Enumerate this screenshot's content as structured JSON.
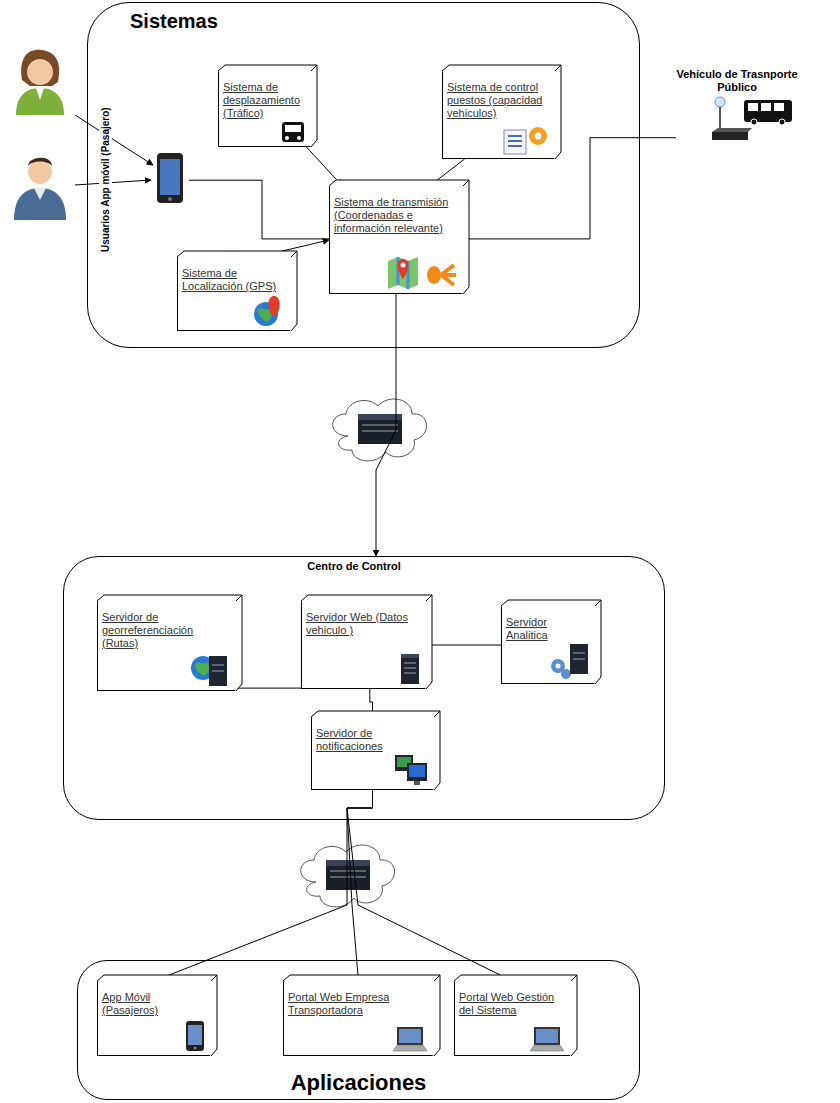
{
  "diagram": {
    "nodes": [
      {
        "text": [
          "Sistemas"
        ]
      },
      {
        "text": [
          "Sistema de desplazamiento (Tráfico)"
        ],
        "in": 0
      },
      {
        "text": [
          "Sistema de control puestos (capacidad vehiculos)"
        ],
        "in": 0
      },
      {
        "text": [
          "Usuarios App móvil (Pasajero)"
        ],
        "in": 0
      },
      {
        "text": [
          "Sistema de transmisión (Coordenadas e información relevante)"
        ],
        "in": 0
      },
      {
        "text": [
          "Sistema de Localización (GPS)"
        ],
        "in": 0
      },
      {
        "text": [
          "Vehículo de Trasnporte Público"
        ]
      },
      {
        "text": [
          "Centro de Control"
        ]
      },
      {
        "text": [
          "Servidor de georreferenciación (Rutas)"
        ],
        "in": 7
      },
      {
        "text": [
          "Servidor Web (Datos vehiculo )"
        ],
        "in": 7
      },
      {
        "text": [
          "Servidor Analitica"
        ],
        "in": 7
      },
      {
        "text": [
          "Servidor de notificaciones"
        ],
        "in": 7
      },
      {
        "text": [
          "Aplicaciones"
        ]
      },
      {
        "text": [
          "App Móvil (Pasajeros)"
        ],
        "in": 12
      },
      {
        "text": [
          "Portal Web Empresa Transportadora"
        ],
        "in": 12
      },
      {
        "text": [
          "Portal Web Gestión del Sistema"
        ],
        "in": 12
      }
    ],
    "edges": [
      {
        "from": 3,
        "to": 4,
        "arrow": "none"
      },
      {
        "from": 1,
        "to": 4,
        "arrow": "to"
      },
      {
        "from": 2,
        "to": 4,
        "arrow": "to"
      },
      {
        "from": 5,
        "to": 4,
        "arrow": "to"
      },
      {
        "from": 6,
        "to": 4,
        "arrow": "none"
      },
      {
        "from": 4,
        "to": 7,
        "arrow": "to"
      },
      {
        "from": 8,
        "to": 9,
        "arrow": "none"
      },
      {
        "from": 9,
        "to": 10,
        "arrow": "none"
      },
      {
        "from": 9,
        "to": 11,
        "arrow": "none"
      },
      {
        "from": 11,
        "to": 13,
        "arrow": "none"
      },
      {
        "from": 11,
        "to": 14,
        "arrow": "none"
      },
      {
        "from": 11,
        "to": 15,
        "arrow": "none"
      }
    ]
  }
}
